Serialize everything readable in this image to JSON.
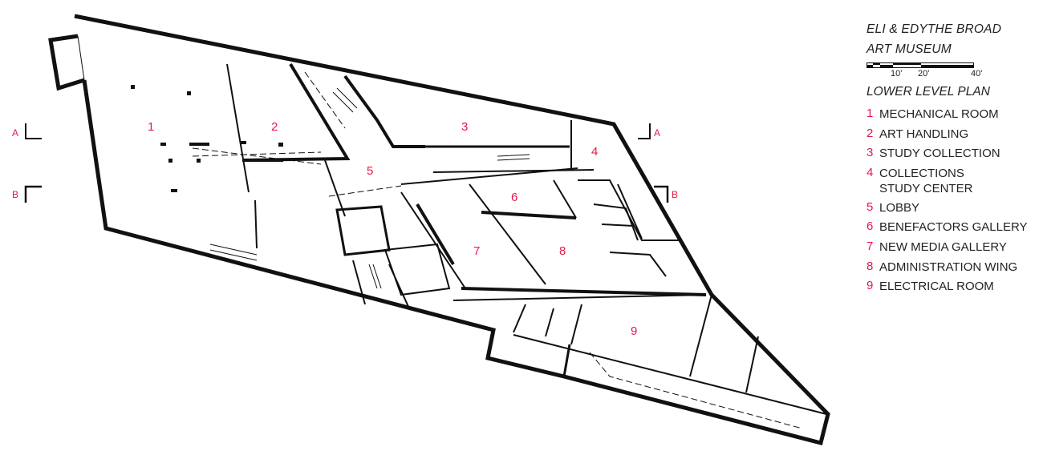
{
  "legend": {
    "title_line1": "ELI & EDYTHE BROAD",
    "title_line2": "ART MUSEUM",
    "scale_labels": [
      "10'",
      "20'",
      "40'"
    ],
    "subtitle": "LOWER LEVEL PLAN",
    "rooms": [
      {
        "num": "1",
        "name": "MECHANICAL ROOM"
      },
      {
        "num": "2",
        "name": "ART HANDLING"
      },
      {
        "num": "3",
        "name": "STUDY COLLECTION"
      },
      {
        "num": "4",
        "name": "COLLECTIONS\nSTUDY CENTER"
      },
      {
        "num": "5",
        "name": "LOBBY"
      },
      {
        "num": "6",
        "name": "BENEFACTORS GALLERY"
      },
      {
        "num": "7",
        "name": "NEW MEDIA GALLERY"
      },
      {
        "num": "8",
        "name": "ADMINISTRATION WING"
      },
      {
        "num": "9",
        "name": "ELECTRICAL ROOM"
      }
    ]
  },
  "section_marks": {
    "a": "A",
    "b": "B"
  },
  "colors": {
    "accent": "#e8174a",
    "wall": "#111111"
  }
}
